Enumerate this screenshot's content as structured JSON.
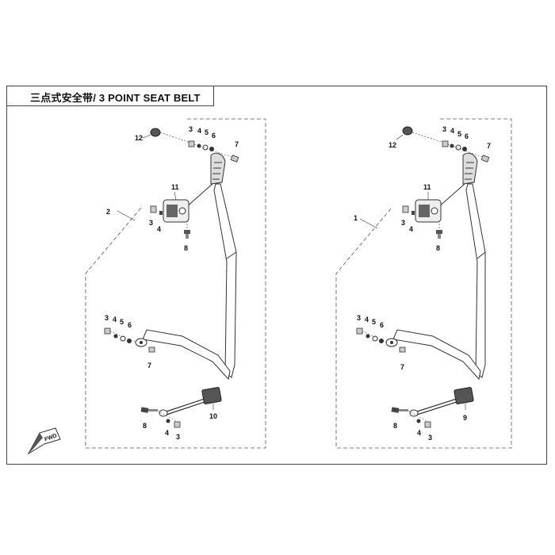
{
  "title": "三点式安全带/ 3 POINT SEAT BELT",
  "fwd_label": "FWD",
  "callouts": {
    "left": {
      "assembly": "2",
      "top_washers": [
        "3",
        "4",
        "5",
        "6"
      ],
      "top_bolt": "7",
      "cap": "12",
      "retractor": "11",
      "retractor_nut": "3",
      "retractor_washer": "4",
      "retractor_bolt": "8",
      "bottom_washers": [
        "3",
        "4",
        "5",
        "6"
      ],
      "bottom_bolt": "7",
      "buckle": "10",
      "buckle_bolt": "8",
      "buckle_washer": "4",
      "buckle_nut": "3"
    },
    "right": {
      "assembly": "1",
      "top_washers": [
        "3",
        "4",
        "5",
        "6"
      ],
      "top_bolt": "7",
      "cap": "12",
      "retractor": "11",
      "retractor_nut": "3",
      "retractor_washer": "4",
      "retractor_bolt": "8",
      "bottom_washers": [
        "3",
        "4",
        "5",
        "6"
      ],
      "bottom_bolt": "7",
      "buckle": "9",
      "buckle_bolt": "8",
      "buckle_washer": "4",
      "buckle_nut": "3"
    }
  }
}
